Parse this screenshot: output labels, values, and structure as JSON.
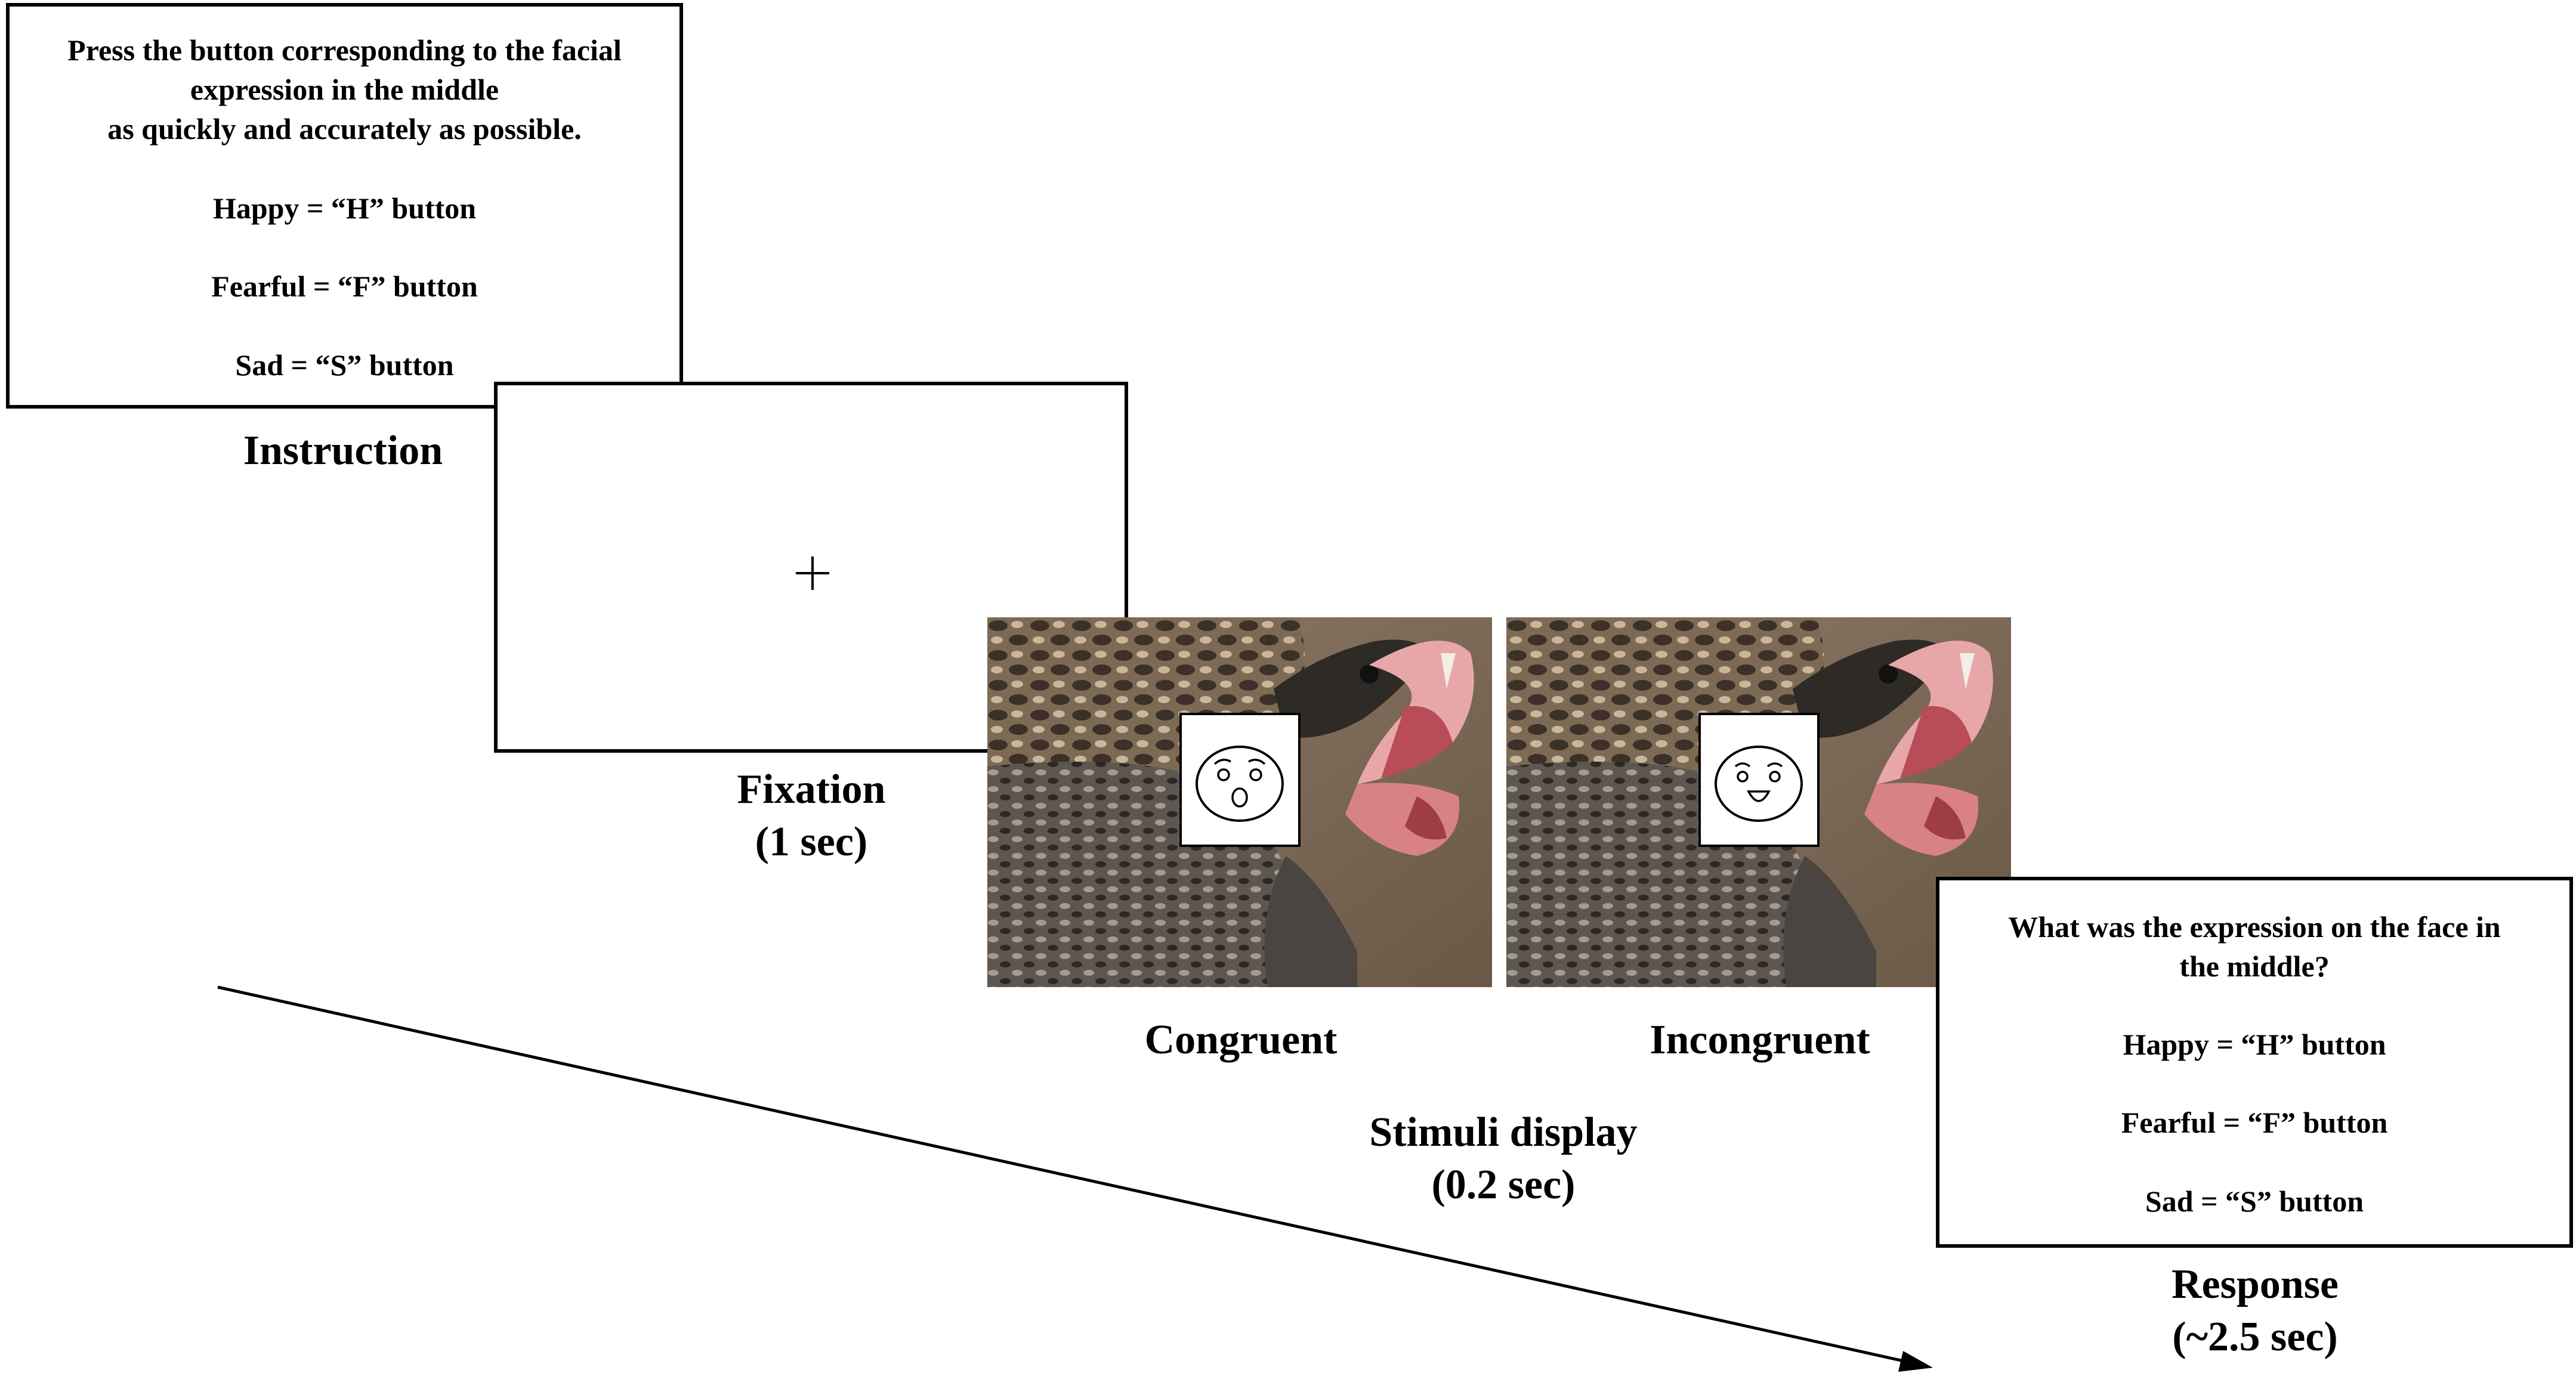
{
  "instruction": {
    "lines": [
      "Press the button corresponding to the facial",
      "expression in the middle",
      "as quickly and accurately as possible."
    ],
    "mapping": [
      "Happy = “H” button",
      "Fearful = “F” button",
      "Sad = “S” button"
    ],
    "caption": "Instruction"
  },
  "fixation": {
    "symbol": "+",
    "caption_line1": "Fixation",
    "caption_line2": "(1 sec)"
  },
  "stimuli": {
    "congruent_label": "Congruent",
    "incongruent_label": "Incongruent",
    "caption_line1": "Stimuli display",
    "caption_line2": "(0.2 sec)",
    "congruent_face_icon": "fearful-face-icon",
    "incongruent_face_icon": "happy-face-icon",
    "background_icon": "snake-photo"
  },
  "response": {
    "question_line1": "What was the expression on the face in",
    "question_line2": "the middle?",
    "mapping": [
      "Happy = “H” button",
      "Fearful = “F” button",
      "Sad = “S” button"
    ],
    "caption_line1": "Response",
    "caption_line2": "(~2.5 sec)"
  },
  "timeline": {
    "icon": "time-arrow-icon"
  }
}
